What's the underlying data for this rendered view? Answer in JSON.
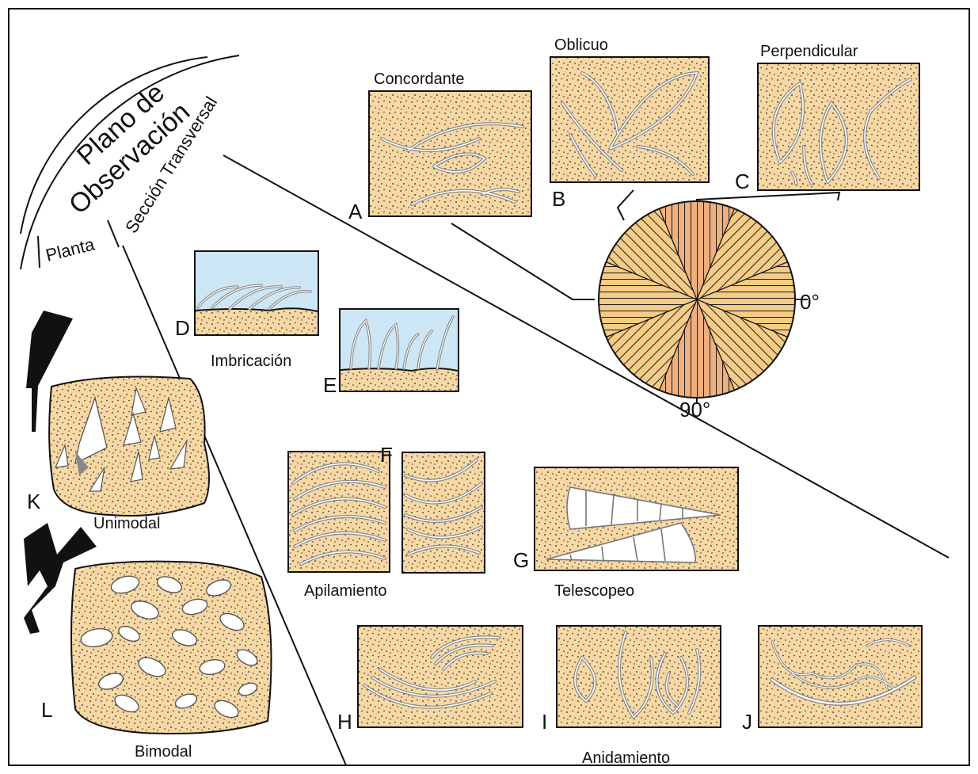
{
  "header": {
    "title_line1": "Plano de",
    "title_line2": "Observación",
    "arc_label_transversal": "Sección Transversal",
    "arc_label_planta": "Planta"
  },
  "panels": {
    "A": {
      "letter": "A",
      "caption": "Concordante"
    },
    "B": {
      "letter": "B",
      "caption": "Oblicuo"
    },
    "C": {
      "letter": "C",
      "caption": "Perpendicular"
    },
    "D": {
      "letter": "D"
    },
    "E": {
      "letter": "E"
    },
    "DE_caption": "Imbricación",
    "F": {
      "letter": "F",
      "caption": "Apilamiento"
    },
    "G": {
      "letter": "G",
      "caption": "Telescopeo"
    },
    "H": {
      "letter": "H"
    },
    "I": {
      "letter": "I"
    },
    "J": {
      "letter": "J"
    },
    "HIJ_caption": "Anidamiento",
    "K": {
      "letter": "K",
      "caption": "Unimodal"
    },
    "L": {
      "letter": "L",
      "caption": "Bimodal"
    }
  },
  "rose": {
    "label_0": "0°",
    "label_90": "90°"
  },
  "colors": {
    "sand": "#f7d7a3",
    "water": "#cde6f5",
    "rose_light": "#f5cc86",
    "rose_dark": "#f0b07e",
    "shell": "#ffffff",
    "outline": "#111111"
  }
}
